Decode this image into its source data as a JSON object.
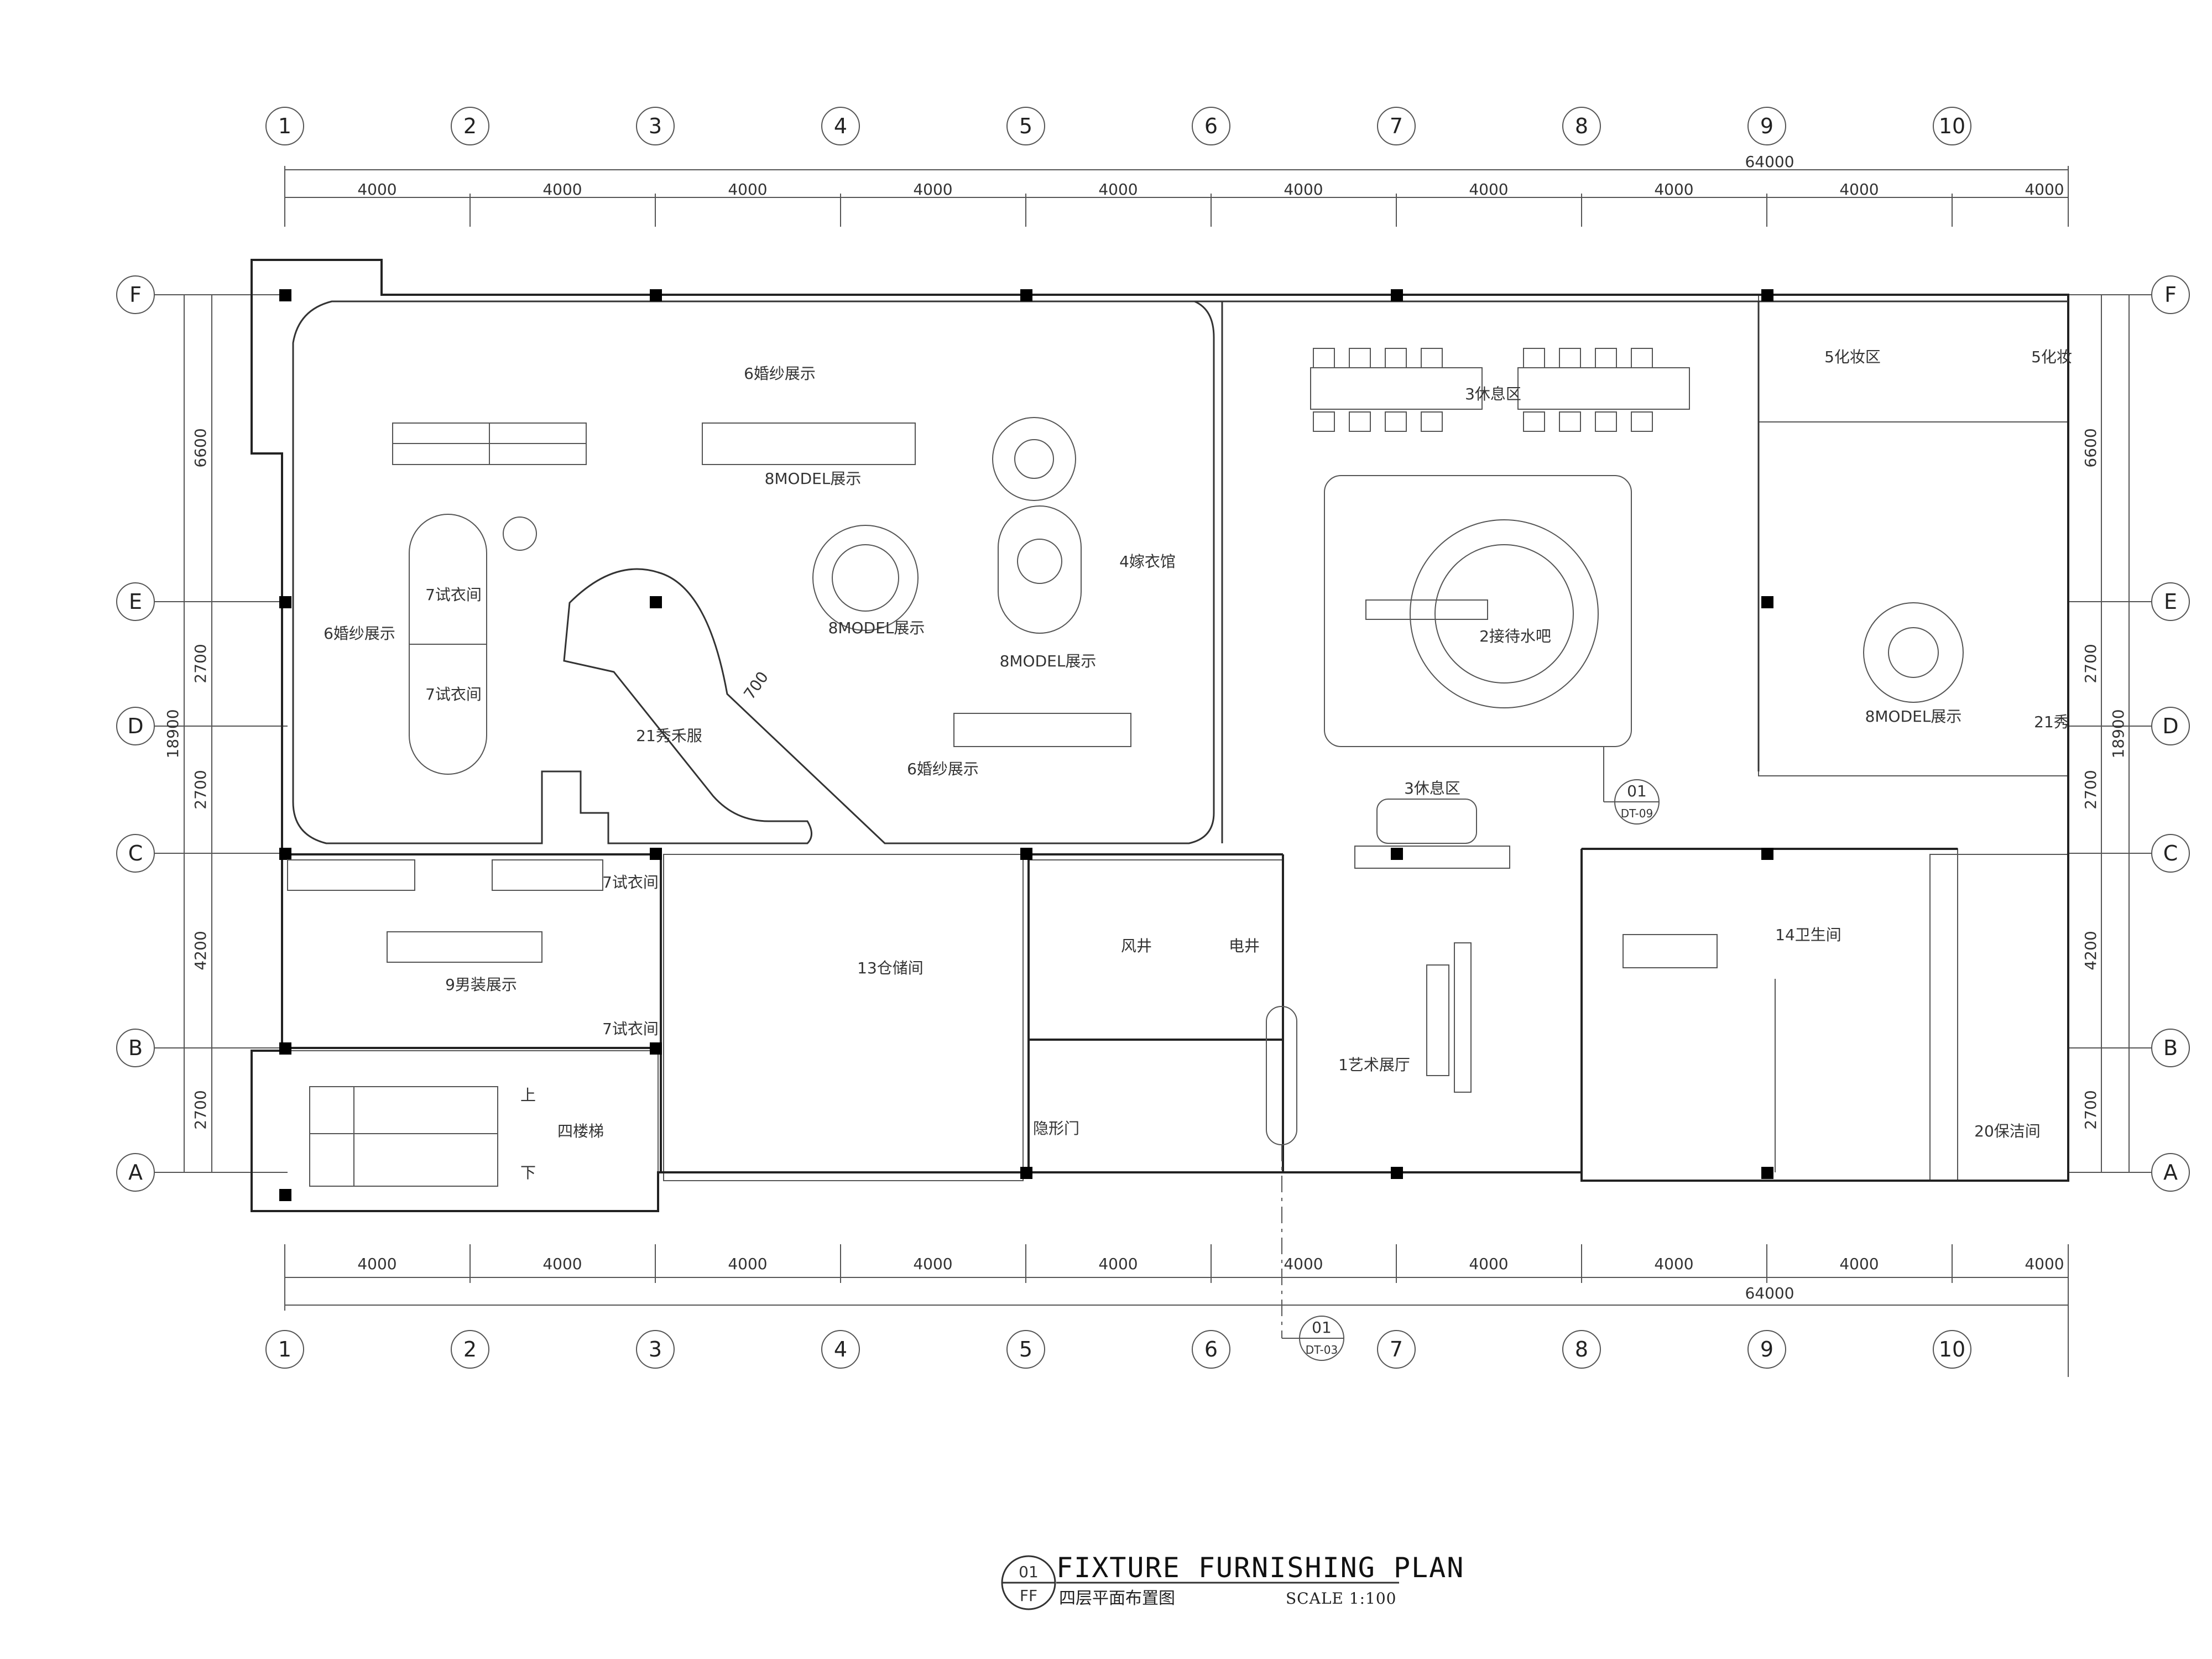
{
  "grid": {
    "columns": [
      "1",
      "2",
      "3",
      "4",
      "5",
      "6",
      "7",
      "8",
      "9",
      "10"
    ],
    "rows": [
      "F",
      "E",
      "D",
      "C",
      "B",
      "A"
    ]
  },
  "dimensions": {
    "top_spans": [
      "4000",
      "4000",
      "4000",
      "4000",
      "4000",
      "4000",
      "4000",
      "4000",
      "4000",
      "4000"
    ],
    "top_total": "64000",
    "bottom_spans": [
      "4000",
      "4000",
      "4000",
      "4000",
      "4000",
      "4000",
      "4000",
      "4000",
      "4000",
      "4000"
    ],
    "bottom_total": "64000",
    "left_spans": [
      "6600",
      "2700",
      "2700",
      "4200",
      "2700"
    ],
    "left_total": "18900",
    "right_spans": [
      "6600",
      "2700",
      "2700",
      "4200",
      "2700"
    ],
    "right_total": "18900"
  },
  "rooms": {
    "wedding_dress_top": "6婚纱展示",
    "model_display_top": "8MODEL展示",
    "wedding_dress_left": "6婚纱展示",
    "fitting_1": "7试衣间",
    "fitting_2": "7试衣间",
    "model_round": "8MODEL展示",
    "model_oval": "8MODEL展示",
    "bridal_hall": "4嫁衣馆",
    "show_clothes": "21秀禾服",
    "wedding_dress_mid": "6婚纱展示",
    "rest_top": "3休息区",
    "reception_bar": "2接待水吧",
    "rest_mid": "3休息区",
    "makeup_1": "5化妆区",
    "makeup_2": "5化妆",
    "model_right": "8MODEL展示",
    "show_right": "21秀",
    "fitting_3": "7试衣间",
    "fitting_4": "7试衣间",
    "menswear": "9男装展示",
    "storage": "13仓储间",
    "shaft_1": "风井",
    "shaft_2": "电井",
    "art_hall": "1艺术展厅",
    "hidden_door": "隐形门",
    "stairs": "四楼梯",
    "stair_up": "上",
    "stair_down": "下",
    "restroom": "14卫生间",
    "cleaning": "20保洁间"
  },
  "dim_700": "700",
  "callouts": {
    "c1_num": "01",
    "c1_ref": "DT-09",
    "c2_num": "01",
    "c2_ref": "DT-03"
  },
  "title": {
    "num": "01",
    "code": "FF",
    "main": "FIXTURE FURNISHING PLAN",
    "sub": "四层平面布置图",
    "scale": "SCALE 1:100"
  }
}
